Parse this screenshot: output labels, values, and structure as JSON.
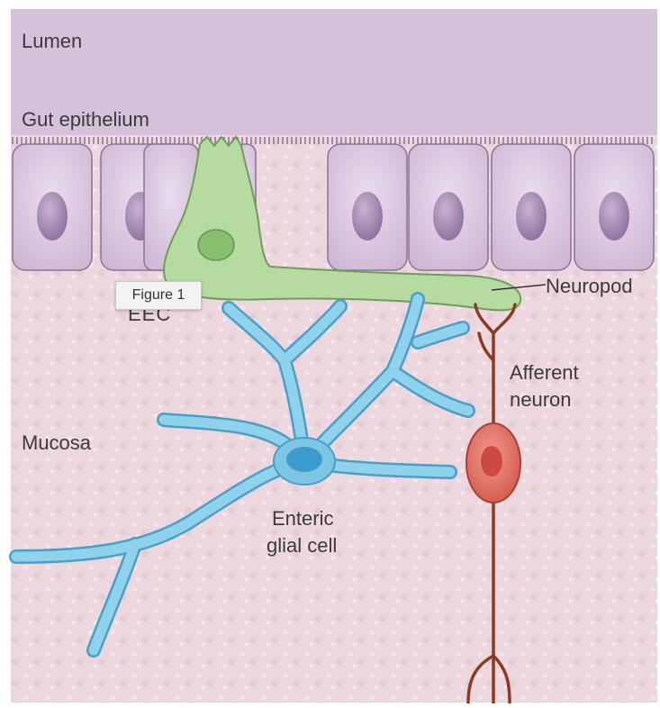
{
  "labels": {
    "lumen": "Lumen",
    "gut_epithelium": "Gut epithelium",
    "neuropod": "Neuropod",
    "afferent_neuron_line1": "Afferent",
    "afferent_neuron_line2": "neuron",
    "mucosa": "Mucosa",
    "enteric_line1": "Enteric",
    "enteric_line2": "glial cell",
    "eec_partial": "EEC"
  },
  "overlay": {
    "figure_tag": "Figure 1"
  },
  "colors": {
    "lumen": "#d6c1db",
    "mucosa": "#ecd7de",
    "epithelial_cell": "#d9c6df",
    "nucleus": "#9b7fa8",
    "eec_cell": "#b5dba0",
    "glial_cell": "#7cc6e3",
    "neuron_body": "#e2766b",
    "nerve_fiber": "#8a3b22"
  }
}
